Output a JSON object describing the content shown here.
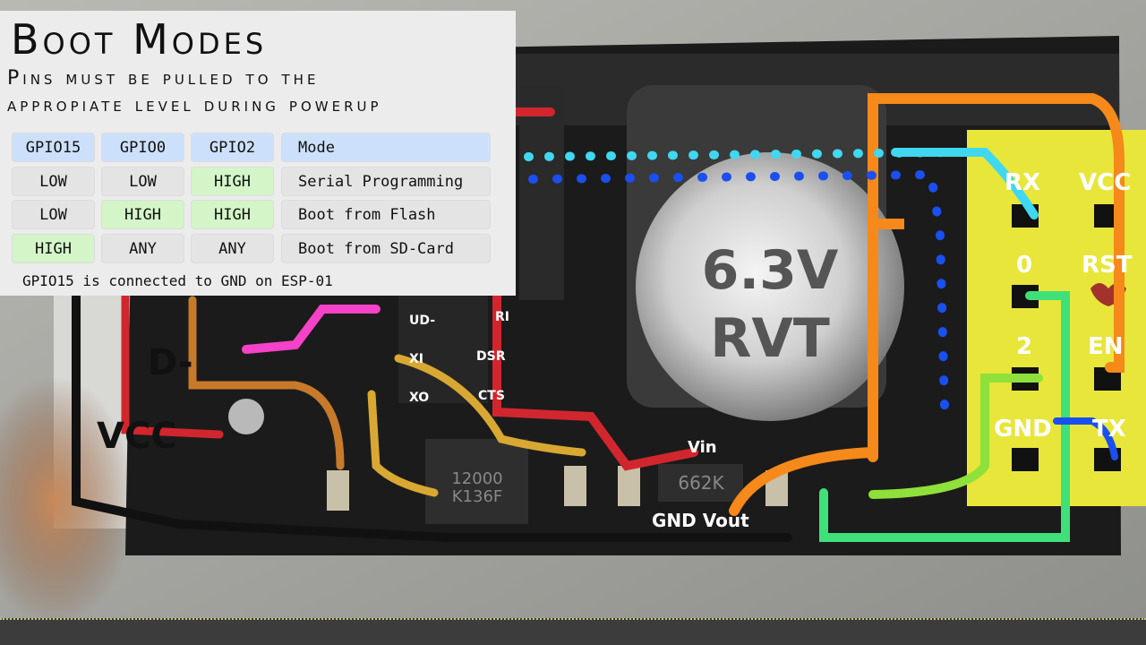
{
  "overlay": {
    "title": "Boot Modes",
    "subtitle_line1": "Pins must be pulled to the",
    "subtitle_line2": "appropiate level during powerup",
    "table": {
      "headers": [
        "GPIO15",
        "GPIO0",
        "GPIO2",
        "Mode"
      ],
      "rows": [
        [
          "LOW",
          "LOW",
          "HIGH",
          "Serial Programming"
        ],
        [
          "LOW",
          "HIGH",
          "HIGH",
          "Boot from Flash"
        ],
        [
          "HIGH",
          "ANY",
          "ANY",
          "Boot from SD-Card"
        ]
      ]
    },
    "note": "GPIO15 is connected to GND on ESP-01"
  },
  "board_labels": {
    "d_minus": "D-",
    "vcc_left": "VCC",
    "ud_minus": "UD-",
    "xi": "XI",
    "xo": "XO",
    "ri": "RI",
    "dsr": "DSR",
    "cts": "CTS",
    "vin": "Vin",
    "gnd_vout": "GND Vout",
    "chip1": "12000",
    "chip1b": "K136F",
    "chip2": "662K",
    "cap1": "6.3V",
    "cap2": "RVT"
  },
  "header_labels": {
    "rx": "RX",
    "vcc": "VCC",
    "gpio0": "0",
    "rst": "RST",
    "gpio2": "2",
    "en": "EN",
    "gnd": "GND",
    "tx": "TX"
  },
  "colors": {
    "header_yellow": "#e8e63a",
    "wire_orange": "#f5891a",
    "wire_green": "#3fe07a",
    "wire_lime": "#8fe03a",
    "wire_red": "#d2262e",
    "wire_black": "#111111",
    "wire_pink": "#f542c8",
    "wire_tan": "#d9a832",
    "wire_brown": "#c77a2a",
    "wire_cyan": "#3fd8f0",
    "dots_blue": "#1a4ff0"
  }
}
